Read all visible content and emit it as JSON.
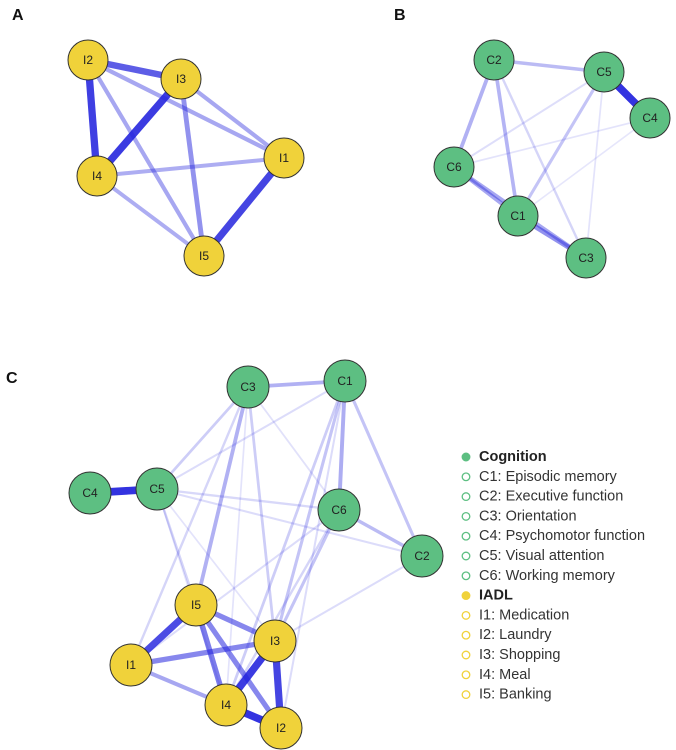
{
  "colors": {
    "cognition": "#5dbf82",
    "iadl": "#f0d23a",
    "edge": "#2222dd",
    "node_border": "#333333"
  },
  "panels": [
    {
      "label": "A",
      "nodes": [
        "I2",
        "I3",
        "I4",
        "I1",
        "I5"
      ],
      "edges": [
        {
          "from": "I2",
          "to": "I3",
          "weight": 0.78
        },
        {
          "from": "I2",
          "to": "I4",
          "weight": 0.9
        },
        {
          "from": "I3",
          "to": "I4",
          "weight": 0.92
        },
        {
          "from": "I2",
          "to": "I1",
          "weight": 0.45
        },
        {
          "from": "I2",
          "to": "I5",
          "weight": 0.45
        },
        {
          "from": "I3",
          "to": "I1",
          "weight": 0.45
        },
        {
          "from": "I3",
          "to": "I5",
          "weight": 0.55
        },
        {
          "from": "I4",
          "to": "I1",
          "weight": 0.42
        },
        {
          "from": "I4",
          "to": "I5",
          "weight": 0.42
        },
        {
          "from": "I1",
          "to": "I5",
          "weight": 0.88
        }
      ]
    },
    {
      "label": "B",
      "nodes": [
        "C2",
        "C5",
        "C4",
        "C6",
        "C1",
        "C3"
      ],
      "edges": [
        {
          "from": "C5",
          "to": "C4",
          "weight": 0.95
        },
        {
          "from": "C2",
          "to": "C5",
          "weight": 0.35
        },
        {
          "from": "C2",
          "to": "C6",
          "weight": 0.4
        },
        {
          "from": "C2",
          "to": "C1",
          "weight": 0.38
        },
        {
          "from": "C2",
          "to": "C3",
          "weight": 0.2
        },
        {
          "from": "C6",
          "to": "C1",
          "weight": 0.45
        },
        {
          "from": "C6",
          "to": "C3",
          "weight": 0.45
        },
        {
          "from": "C1",
          "to": "C3",
          "weight": 0.55
        },
        {
          "from": "C5",
          "to": "C1",
          "weight": 0.3
        },
        {
          "from": "C5",
          "to": "C3",
          "weight": 0.1
        },
        {
          "from": "C6",
          "to": "C5",
          "weight": 0.14
        },
        {
          "from": "C6",
          "to": "C4",
          "weight": 0.1
        },
        {
          "from": "C4",
          "to": "C1",
          "weight": 0.08
        }
      ]
    },
    {
      "label": "C",
      "nodes": [
        "C3",
        "C1",
        "C4",
        "C5",
        "C6",
        "C2",
        "I5",
        "I3",
        "I1",
        "I4",
        "I2"
      ],
      "edges": [
        {
          "from": "C4",
          "to": "C5",
          "weight": 0.95
        },
        {
          "from": "C3",
          "to": "C1",
          "weight": 0.4
        },
        {
          "from": "C1",
          "to": "C6",
          "weight": 0.42
        },
        {
          "from": "C3",
          "to": "C5",
          "weight": 0.25
        },
        {
          "from": "C5",
          "to": "C1",
          "weight": 0.15
        },
        {
          "from": "C5",
          "to": "C6",
          "weight": 0.18
        },
        {
          "from": "C5",
          "to": "C2",
          "weight": 0.15
        },
        {
          "from": "C6",
          "to": "C2",
          "weight": 0.35
        },
        {
          "from": "C1",
          "to": "C2",
          "weight": 0.3
        },
        {
          "from": "C3",
          "to": "C6",
          "weight": 0.12
        },
        {
          "from": "C3",
          "to": "I5",
          "weight": 0.4
        },
        {
          "from": "C3",
          "to": "I3",
          "weight": 0.25
        },
        {
          "from": "C3",
          "to": "I1",
          "weight": 0.2
        },
        {
          "from": "C3",
          "to": "I4",
          "weight": 0.1
        },
        {
          "from": "C1",
          "to": "I3",
          "weight": 0.3
        },
        {
          "from": "C1",
          "to": "I4",
          "weight": 0.25
        },
        {
          "from": "C1",
          "to": "I2",
          "weight": 0.15
        },
        {
          "from": "C6",
          "to": "I3",
          "weight": 0.3
        },
        {
          "from": "C6",
          "to": "I4",
          "weight": 0.2
        },
        {
          "from": "C6",
          "to": "I1",
          "weight": 0.15
        },
        {
          "from": "C2",
          "to": "I3",
          "weight": 0.15
        },
        {
          "from": "C5",
          "to": "I5",
          "weight": 0.2
        },
        {
          "from": "C5",
          "to": "I4",
          "weight": 0.12
        },
        {
          "from": "C5",
          "to": "I3",
          "weight": 0.1
        },
        {
          "from": "I5",
          "to": "I1",
          "weight": 0.85
        },
        {
          "from": "I5",
          "to": "I3",
          "weight": 0.6
        },
        {
          "from": "I5",
          "to": "I4",
          "weight": 0.65
        },
        {
          "from": "I5",
          "to": "I2",
          "weight": 0.6
        },
        {
          "from": "I1",
          "to": "I3",
          "weight": 0.6
        },
        {
          "from": "I1",
          "to": "I4",
          "weight": 0.45
        },
        {
          "from": "I3",
          "to": "I4",
          "weight": 0.92
        },
        {
          "from": "I3",
          "to": "I2",
          "weight": 0.88
        },
        {
          "from": "I4",
          "to": "I2",
          "weight": 0.95
        }
      ]
    }
  ],
  "legend": [
    {
      "text": "Cognition",
      "type": "header",
      "group": "cognition"
    },
    {
      "text": "C1: Episodic memory",
      "type": "item",
      "group": "cognition"
    },
    {
      "text": "C2: Executive function",
      "type": "item",
      "group": "cognition"
    },
    {
      "text": "C3: Orientation",
      "type": "item",
      "group": "cognition"
    },
    {
      "text": "C4: Psychomotor function",
      "type": "item",
      "group": "cognition"
    },
    {
      "text": "C5: Visual attention",
      "type": "item",
      "group": "cognition"
    },
    {
      "text": "C6: Working memory",
      "type": "item",
      "group": "cognition"
    },
    {
      "text": "IADL",
      "type": "header",
      "group": "iadl"
    },
    {
      "text": "I1: Medication",
      "type": "item",
      "group": "iadl"
    },
    {
      "text": "I2: Laundry",
      "type": "item",
      "group": "iadl"
    },
    {
      "text": "I3: Shopping",
      "type": "item",
      "group": "iadl"
    },
    {
      "text": "I4: Meal",
      "type": "item",
      "group": "iadl"
    },
    {
      "text": "I5: Banking",
      "type": "item",
      "group": "iadl"
    }
  ]
}
